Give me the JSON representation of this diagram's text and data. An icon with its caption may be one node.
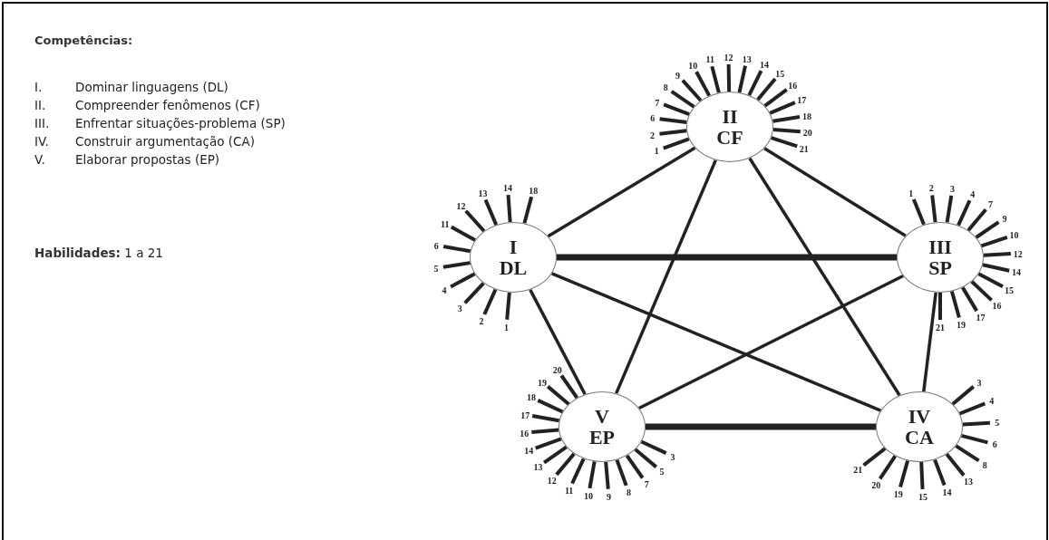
{
  "diagram": {
    "nodes": [
      {
        "text": [
          "II",
          "CF"
        ],
        "beside": [
          "1",
          "2",
          "6",
          "7",
          "8",
          "9",
          "10",
          "11",
          "12",
          "13",
          "14",
          "15",
          "16",
          "17",
          "18",
          "20",
          "21"
        ]
      },
      {
        "text": [
          "I",
          "DL"
        ],
        "beside": [
          "1",
          "2",
          "3",
          "4",
          "5",
          "6",
          "11",
          "12",
          "13",
          "14",
          "18"
        ]
      },
      {
        "text": [
          "III",
          "SP"
        ],
        "beside": [
          "1",
          "2",
          "3",
          "4",
          "7",
          "9",
          "10",
          "12",
          "14",
          "15",
          "16",
          "17",
          "19",
          "21"
        ]
      },
      {
        "text": [
          "V",
          "EP"
        ],
        "beside": [
          "3",
          "5",
          "7",
          "8",
          "9",
          "10",
          "11",
          "12",
          "13",
          "14",
          "16",
          "17",
          "18",
          "19",
          "20"
        ]
      },
      {
        "text": [
          "IV",
          "CA"
        ],
        "beside": [
          "3",
          "4",
          "5",
          "6",
          "8",
          "13",
          "14",
          "15",
          "19",
          "20",
          "21"
        ]
      }
    ],
    "edges": [
      {
        "from": 1,
        "to": 0,
        "arrow": "none"
      },
      {
        "from": 0,
        "to": 2,
        "arrow": "none"
      },
      {
        "from": 0,
        "to": 3,
        "arrow": "none"
      },
      {
        "from": 0,
        "to": 4,
        "arrow": "none"
      },
      {
        "from": 1,
        "to": 2,
        "arrow": "none",
        "style": "thick"
      },
      {
        "from": 1,
        "to": 3,
        "arrow": "none"
      },
      {
        "from": 1,
        "to": 4,
        "arrow": "none"
      },
      {
        "from": 2,
        "to": 3,
        "arrow": "none"
      },
      {
        "from": 2,
        "to": 4,
        "arrow": "none"
      },
      {
        "from": 3,
        "to": 4,
        "arrow": "none",
        "style": "thick"
      }
    ],
    "labels": [
      "Competências:",
      "I.",
      "Dominar linguagens (DL)",
      "II.",
      "Compreender fenômenos (CF)",
      "III.",
      "Enfrentar situações-problema (SP)",
      "IV.",
      "Construir argumentação (CA)",
      "V.",
      "Elaborar propostas (EP)",
      "**Habilidades:** 1 a 21"
    ]
  }
}
